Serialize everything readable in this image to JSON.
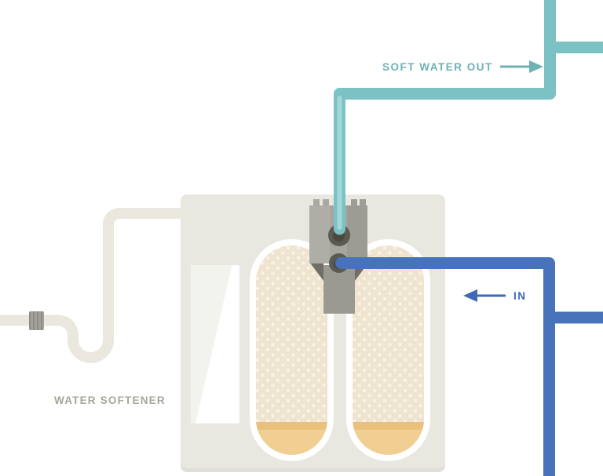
{
  "labels": {
    "soft_water_out": "SOFT WATER OUT",
    "in": "IN",
    "water_softener": "WATER SOFTENER"
  },
  "colors": {
    "soft_water": "#7cc1c4",
    "soft_water_core": "#a3d7d9",
    "soft_water_text": "#6fb1b5",
    "hard_water": "#4673ba",
    "hard_water_text": "#3e6ab2",
    "label_gray": "#a5a49c",
    "cabinet": "#e9e8e0",
    "tank_fill": "#efe4d0",
    "tank_dots": "#faf3e4",
    "resin_sand": "#f1cf93",
    "resin_sand_dark": "#e9c17d",
    "valve_dark": "#5a5a52",
    "drain_pipe": "#eae8de"
  },
  "diagram": {
    "type": "plumbing-illustration",
    "subject": "water softener",
    "flows": [
      {
        "name": "soft-water-out",
        "label": "SOFT WATER OUT",
        "pipe_color": "#7cc1c4",
        "arrow_direction": "right"
      },
      {
        "name": "hard-water-in",
        "label": "IN",
        "pipe_color": "#4673ba",
        "arrow_direction": "left"
      }
    ],
    "components": [
      "soft-water-out-pipe",
      "hard-water-inlet-pipe",
      "drain-pipe",
      "pipe-fitting",
      "cabinet",
      "sight-window",
      "resin-tank-left",
      "resin-tank-right",
      "control-valve"
    ]
  }
}
